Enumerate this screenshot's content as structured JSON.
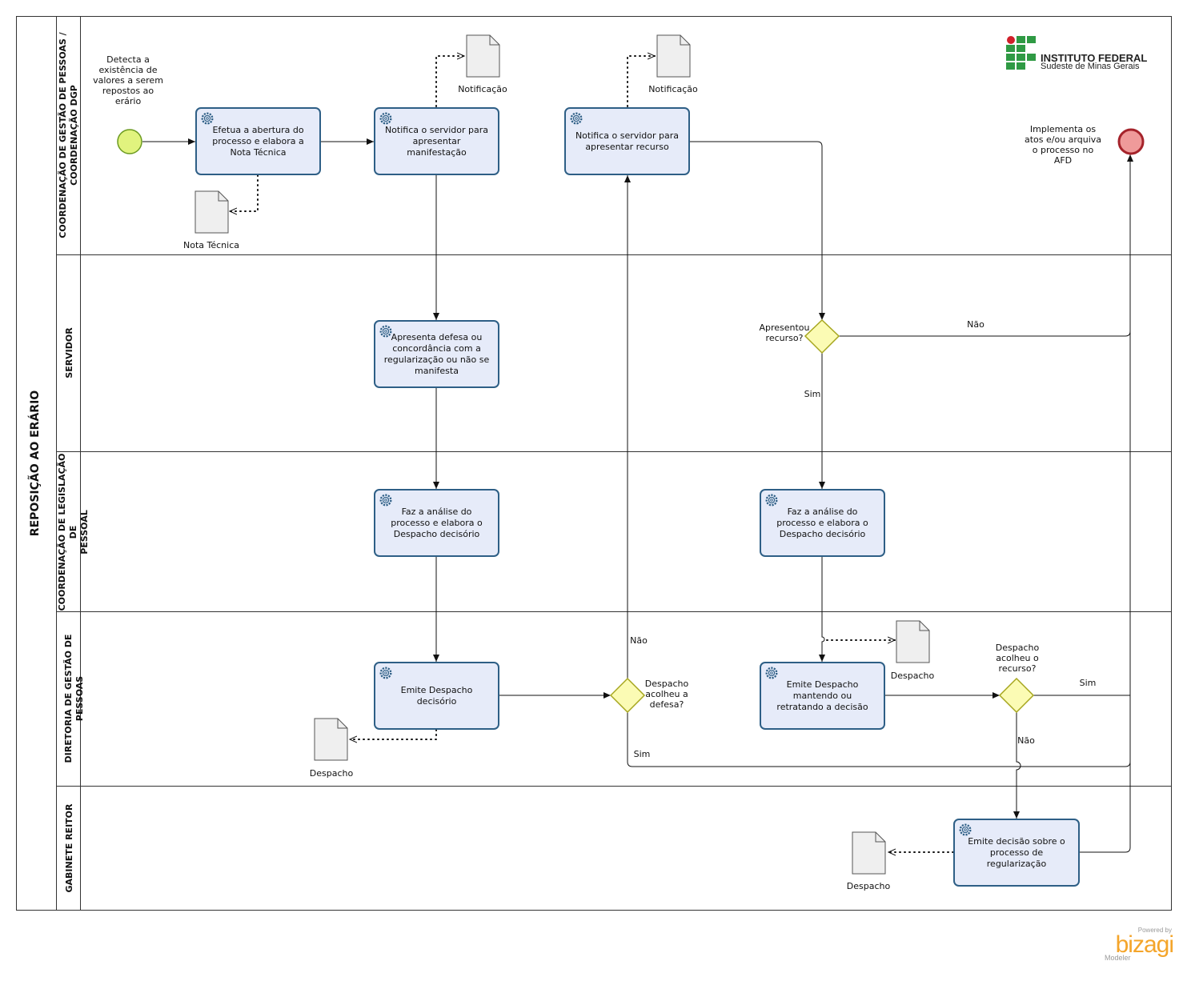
{
  "pool": {
    "title": "REPOSIÇÃO AO ERÁRIO"
  },
  "lanes": [
    {
      "title": "COORDENAÇÃO DE GESTÃO DE PESSOAS /\nCOORDENAÇÃO DGP"
    },
    {
      "title": "SERVIDOR"
    },
    {
      "title": "COORDENAÇÃO DE LEGISLAÇÃO DE\nPESSOAL"
    },
    {
      "title": "DIRETORIA DE GESTÃO DE PESSOAS"
    },
    {
      "title": "GABINETE REITOR"
    }
  ],
  "logo": {
    "name": "INSTITUTO FEDERAL",
    "campus": "Sudeste de Minas Gerais"
  },
  "start_event": {
    "label": "Detecta a\nexistência de\nvalores a serem\nrepostos ao erário"
  },
  "end_event": {
    "label": "Implementa os\natos e/ou arquiva\no processo no\nAFD"
  },
  "tasks": {
    "t1": "Efetua a abertura do processo e elabora a Nota Técnica",
    "t2": "Notifica o servidor para apresentar manifestação",
    "t3": "Notifica o servidor para apresentar recurso",
    "t4": "Apresenta defesa ou concordância com a regularização ou não se manifesta",
    "t5": "Faz a análise do processo e elabora o Despacho decisório",
    "t6": "Faz a análise do processo e elabora o Despacho decisório",
    "t7": "Emite Despacho decisório",
    "t8": "Emite Despacho mantendo ou retratando a decisão",
    "t9": "Emite decisão sobre o processo de regularização"
  },
  "documents": {
    "d1": "Nota Técnica",
    "d2": "Notificação",
    "d3": "Notificação",
    "d4": "Despacho",
    "d5": "Despacho",
    "d6": "Despacho"
  },
  "gateways": {
    "g1": "Apresentou\nrecurso?",
    "g2": "Despacho\nacolheu a\ndefesa?",
    "g3": "Despacho\nacolheu o\nrecurso?"
  },
  "flow_labels": {
    "g1_no": "Não",
    "g1_yes": "Sim",
    "g2_no": "Não",
    "g2_yes": "Sim",
    "g3_yes": "Sim",
    "g3_no": "Não"
  },
  "branding": {
    "powered": "Powered by",
    "brand": "bizagi",
    "product": "Modeler"
  },
  "colors": {
    "task_fill": "#e6ebf9",
    "task_border": "#2e5f86",
    "start_fill": "#e1f37e",
    "start_border": "#6b9a1f",
    "end_fill": "#ef9a9a",
    "end_border": "#a5232b",
    "gateway_fill": "#fbfbb4",
    "gateway_border": "#a6a61e"
  }
}
